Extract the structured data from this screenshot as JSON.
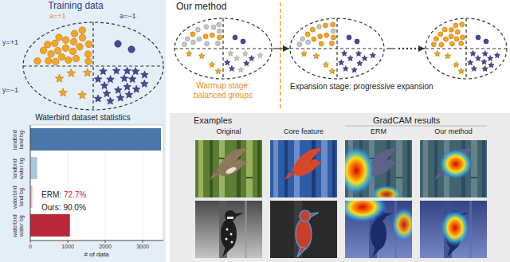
{
  "diagram": {
    "nodes": [
      {
        "text": [
          "Training data"
        ]
      },
      {
        "text": [
          "Waterbird dataset statistics"
        ],
        "in": 0
      },
      {
        "text": [
          "Our method"
        ]
      },
      {
        "text": [
          "Warmup stage: balanced groups"
        ],
        "in": 2
      },
      {
        "text": [
          "Expansion stage: progressive expansion"
        ],
        "in": 2
      },
      {
        "text": [
          "Examples",
          "GradCAM results"
        ]
      },
      {
        "text": [
          "Original"
        ],
        "in": 5
      },
      {
        "text": [
          "Core feature"
        ],
        "in": 5
      },
      {
        "text": [
          "ERM"
        ],
        "in": 5
      },
      {
        "text": [
          "Our method"
        ],
        "in": 5
      }
    ],
    "edges": [
      {
        "from": 3,
        "to": 4,
        "arrow": "to"
      }
    ],
    "labels": [
      "a=+1",
      "a=−1",
      "y=+1",
      "y=−1",
      "landbird land bg",
      "landbird water bg",
      "waterbird land bg",
      "waterbird water bg",
      "ERM:",
      "72.7%",
      "Ours:",
      "90.0%",
      "0",
      "1000",
      "2000",
      "3000",
      "# of data"
    ]
  }
}
